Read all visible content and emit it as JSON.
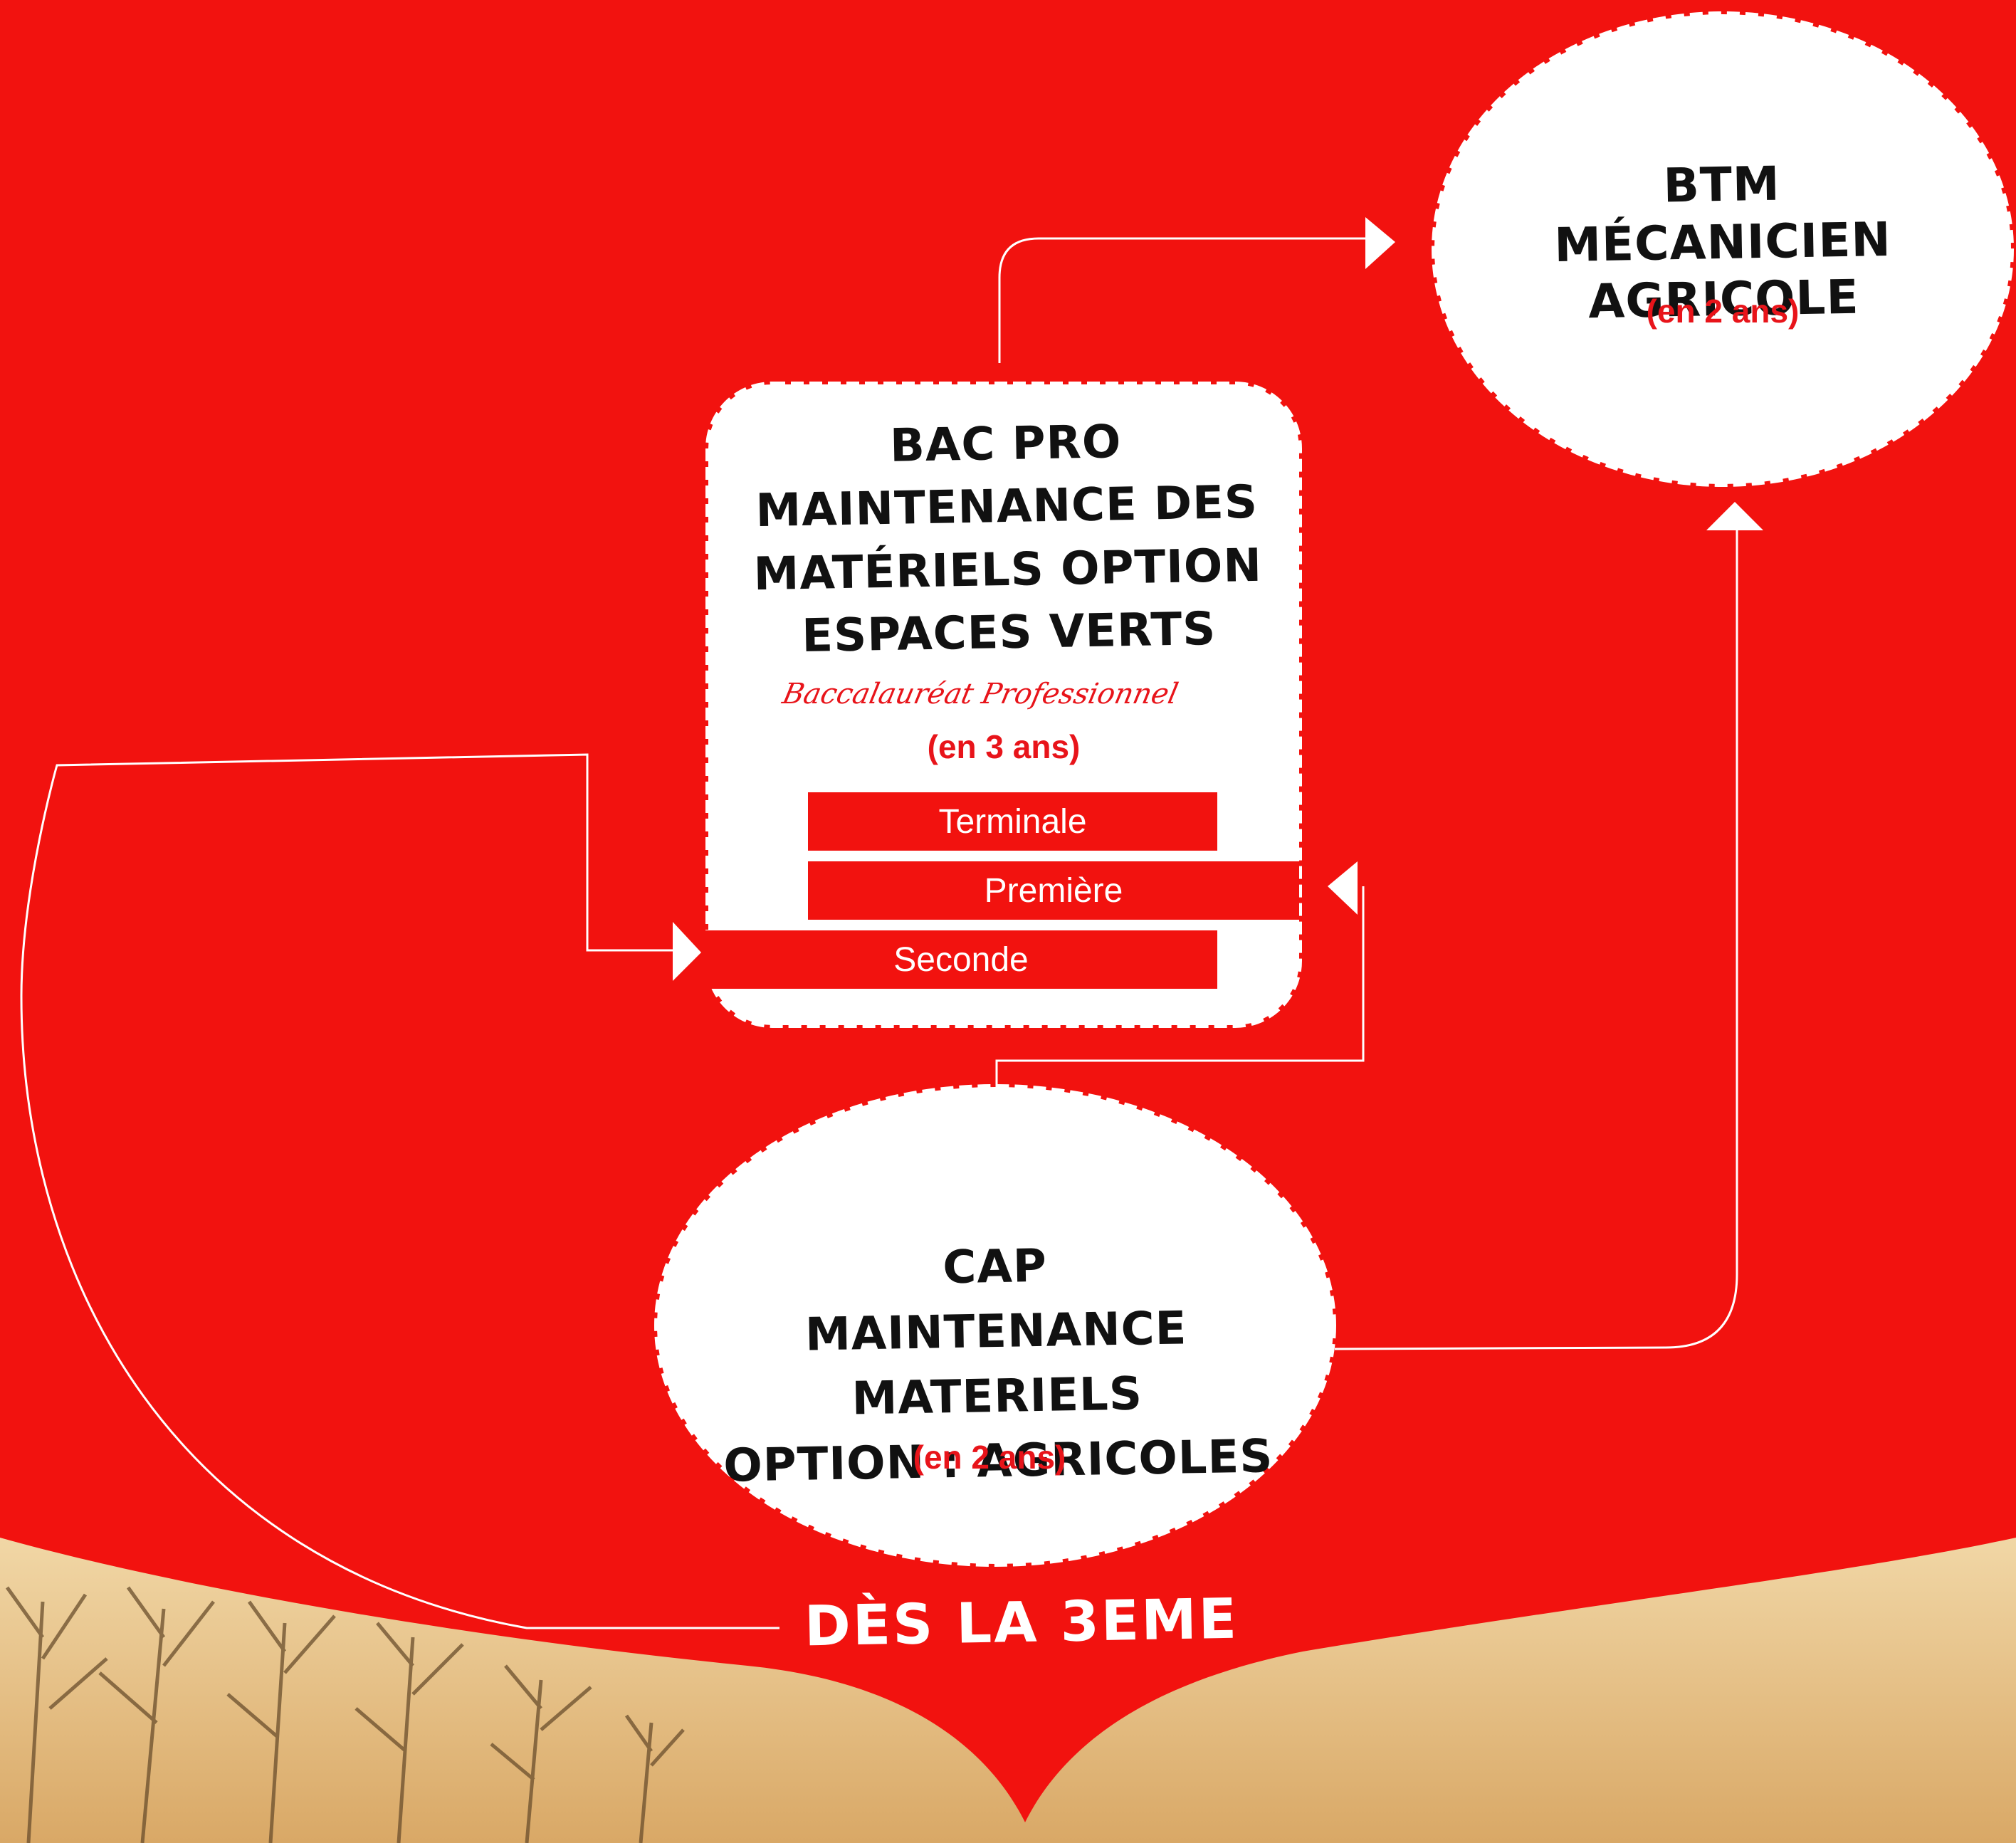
{
  "btm": {
    "title_line1": "BTM",
    "title_line2": "MÉCANICIEN AGRICOLE",
    "duration": "(en 2 ans)"
  },
  "bac_pro": {
    "title_lines": [
      "BAC PRO",
      "MAINTENANCE DES",
      "MATÉRIELS OPTION",
      "ESPACES VERTS"
    ],
    "subtitle": "Baccalauréat Professionnel",
    "duration": "(en 3 ans)",
    "years": [
      "Terminale",
      "Première",
      "Seconde"
    ]
  },
  "cap": {
    "title_lines": [
      "CAP",
      "MAINTENANCE MATERIELS",
      "OPTION : AGRICOLES"
    ],
    "duration": "(en 2 ans)"
  },
  "start_label": "Dès la 3eme",
  "colors": {
    "background": "#f2120f",
    "accent_text": "#e8141a",
    "node_fill": "#ffffff",
    "field": "#e9c07a"
  }
}
